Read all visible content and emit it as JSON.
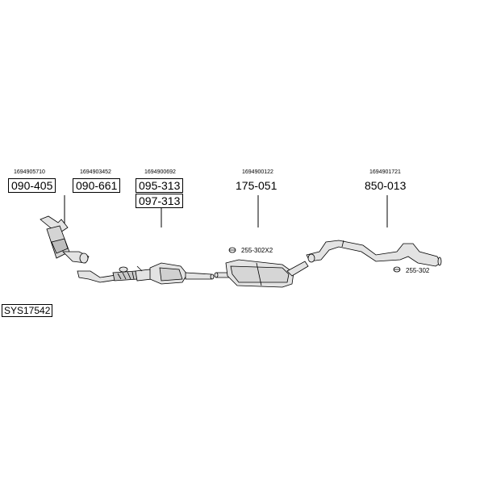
{
  "system_code": "SYS17542",
  "groups": [
    {
      "oem": "1694905710",
      "parts": [
        "090-405"
      ]
    },
    {
      "oem": "1694903452",
      "parts": [
        "090-661"
      ]
    },
    {
      "oem": "1694900692",
      "parts": [
        "095-313",
        "097-313"
      ]
    },
    {
      "oem": "1694900122",
      "parts": [
        "175-051"
      ]
    },
    {
      "oem": "1694901721",
      "parts": [
        "850-013"
      ]
    }
  ],
  "clamps": [
    {
      "label": "255-302X2"
    },
    {
      "label": "255-302"
    }
  ]
}
